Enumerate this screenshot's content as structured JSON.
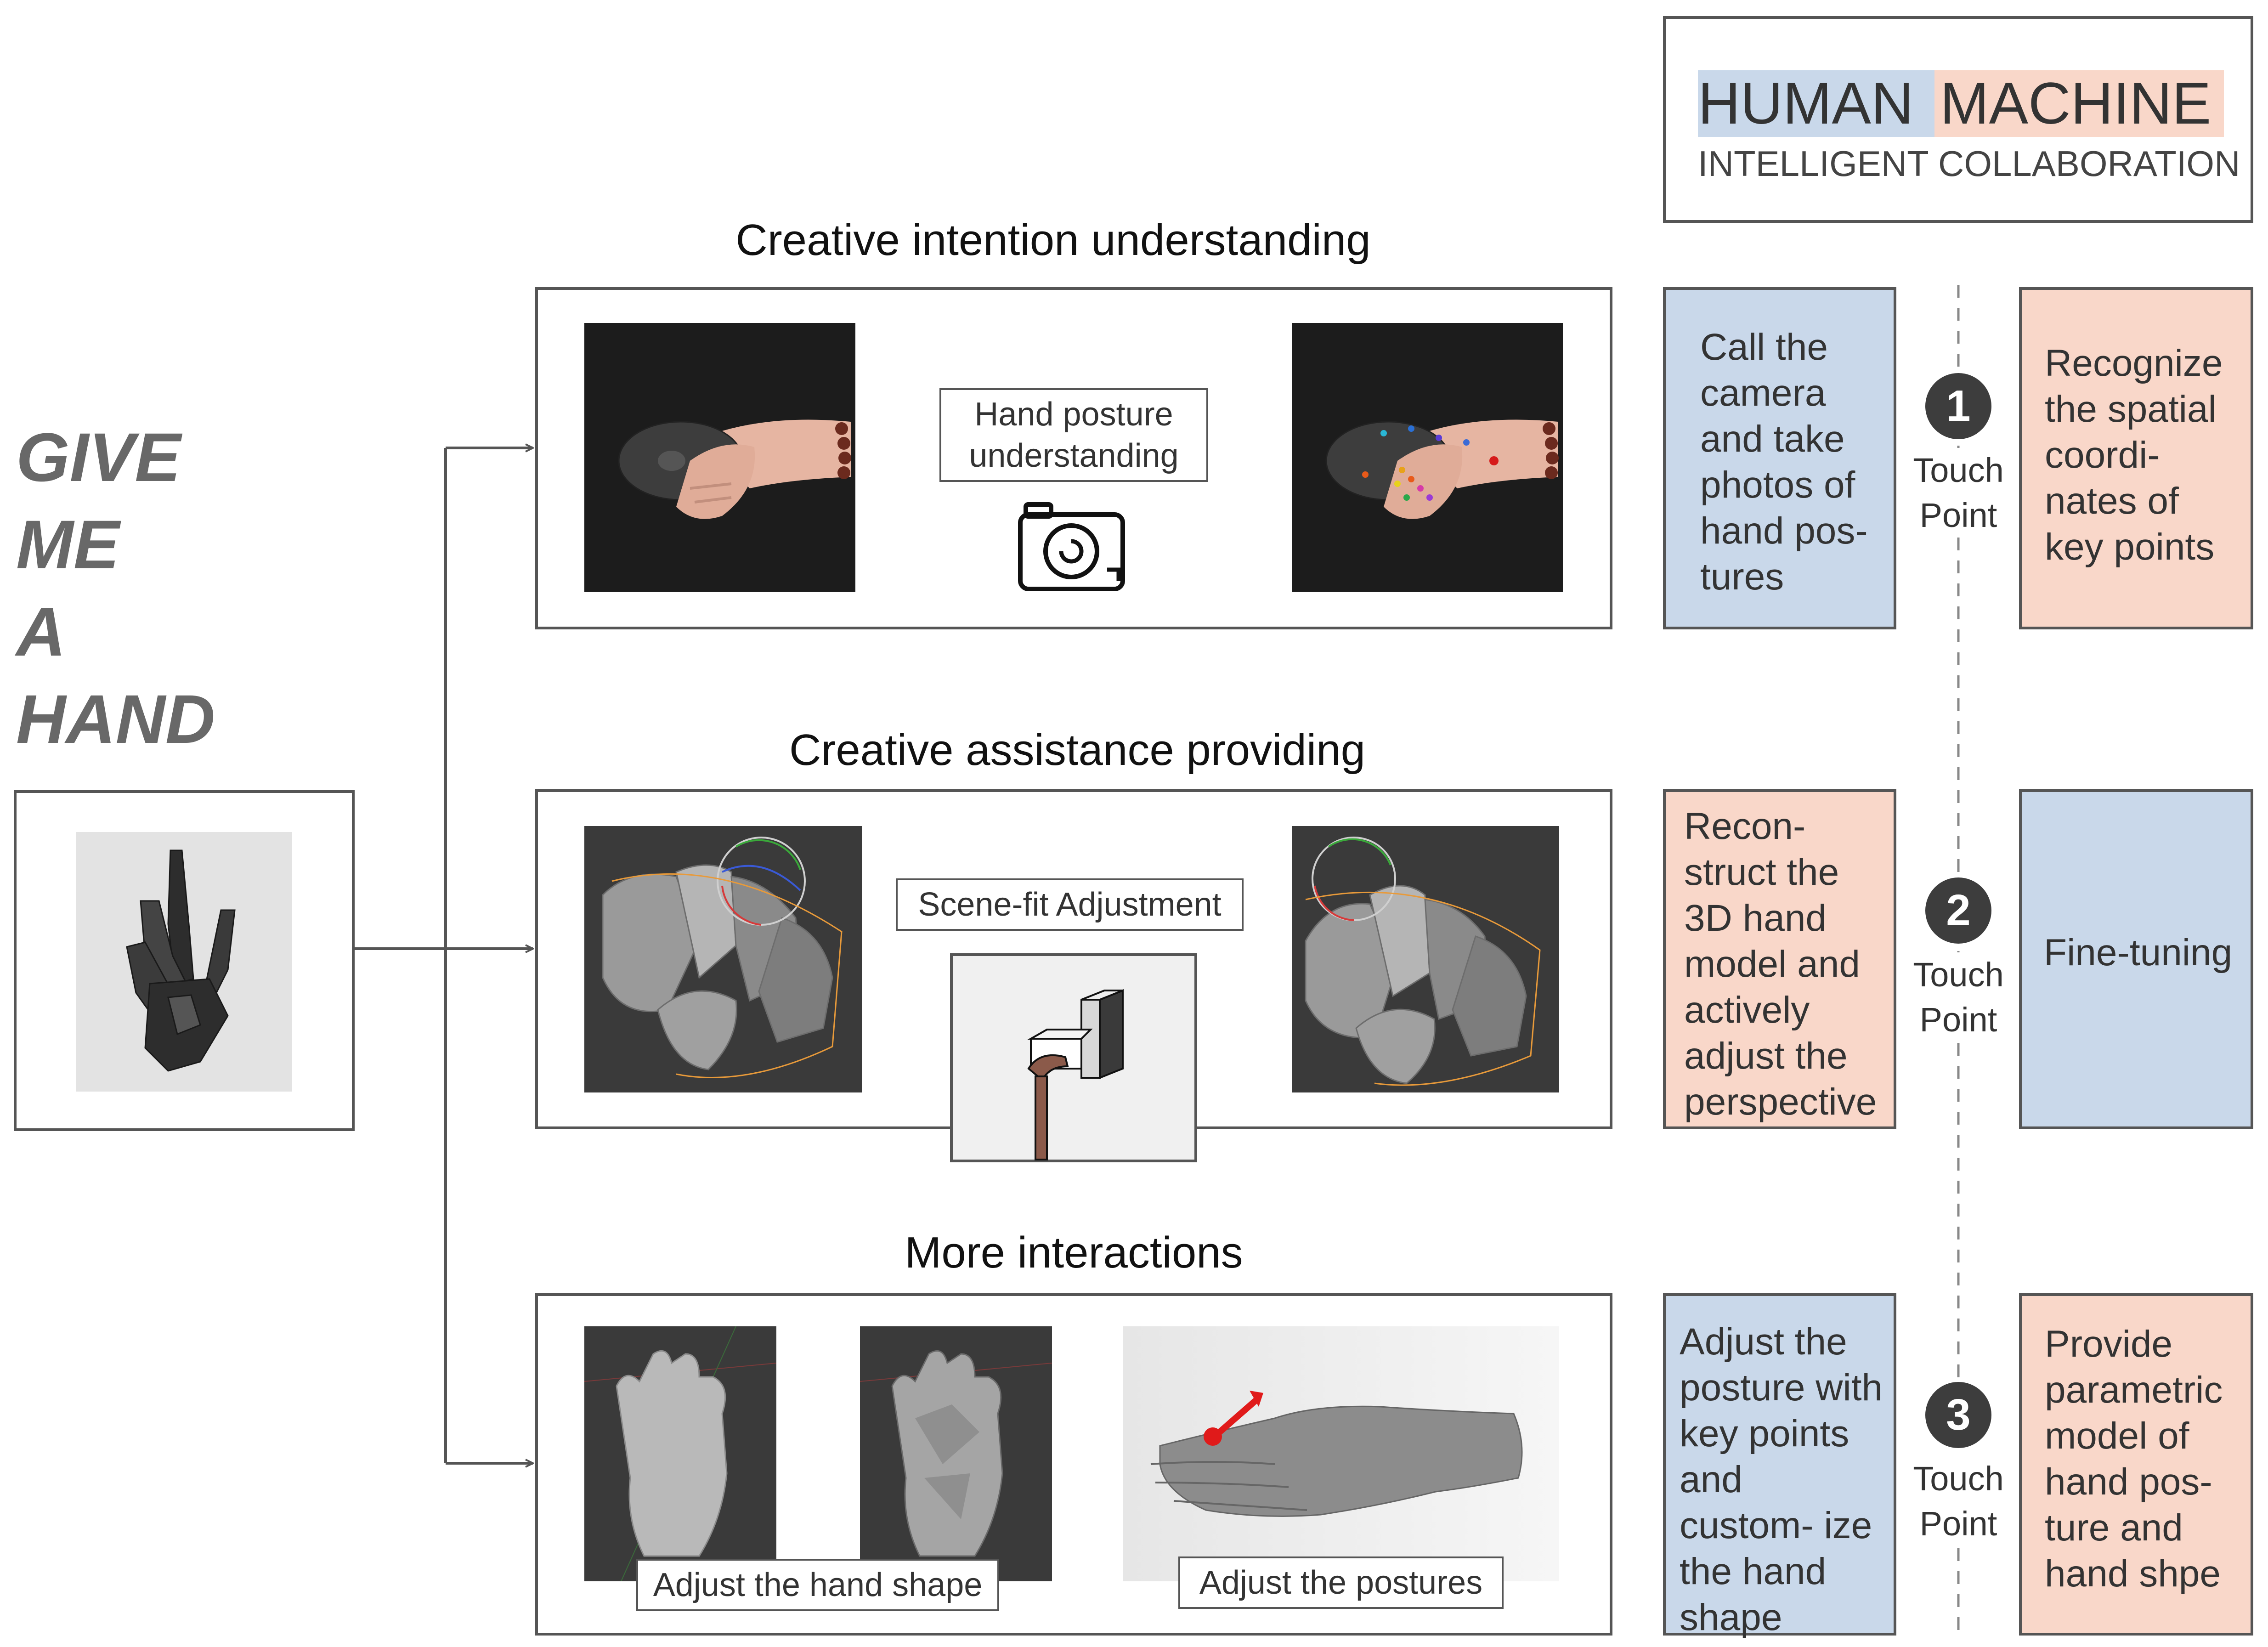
{
  "title_block": {
    "word_human": "HUMAN",
    "word_machine": "MACHINE",
    "subtitle": "INTELLIGENT COLLABORATION",
    "colors": {
      "human": "#c9d8ea",
      "machine": "#f9d7c9"
    }
  },
  "give_me_a_hand": [
    "GIVE",
    "ME",
    "A",
    "HAND"
  ],
  "sections": [
    {
      "title": "Creative intention understanding",
      "label": "Hand posture understanding",
      "icon": "camera-icon"
    },
    {
      "title": "Creative assistance providing",
      "label": "Scene-fit Adjustment",
      "icon": "camera-rig-icon"
    },
    {
      "title": "More interactions",
      "labels": [
        "Adjust the hand shape",
        "Adjust the postures"
      ]
    }
  ],
  "touch_points": [
    {
      "number": "1",
      "label": "Touch Point",
      "human": {
        "text": "Call the camera and take photos of hand pos- tures",
        "color": "blue"
      },
      "machine": {
        "text": "Recognize the spatial coordi- nates of key points",
        "color": "pink"
      }
    },
    {
      "number": "2",
      "label": "Touch Point",
      "human": {
        "text": "Recon- struct the 3D hand model and actively adjust the perspective",
        "color": "pink"
      },
      "machine": {
        "text": "Fine-tuning",
        "color": "blue"
      }
    },
    {
      "number": "3",
      "label": "Touch Point",
      "human": {
        "text": "Adjust the posture with key points and custom- ize the hand shape",
        "color": "blue"
      },
      "machine": {
        "text": "Provide parametric model of hand pos- ture and hand shpe",
        "color": "pink"
      }
    }
  ]
}
